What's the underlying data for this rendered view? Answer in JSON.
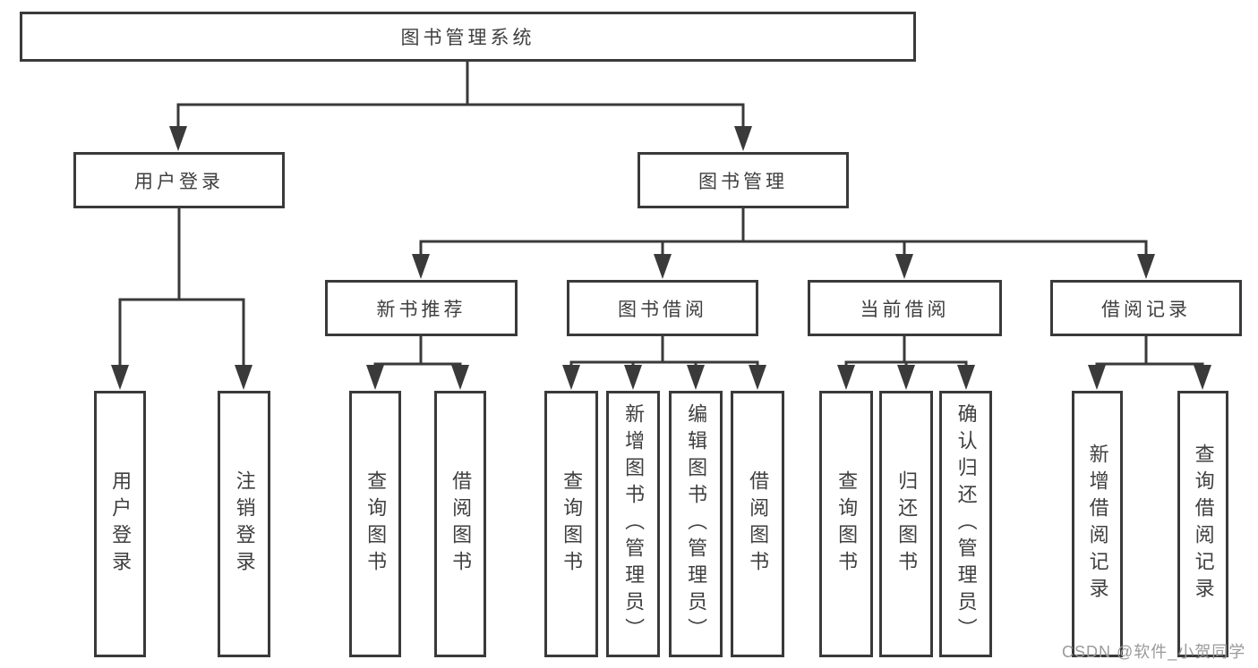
{
  "diagram_title": "图书管理系统",
  "tree": {
    "label": "图书管理系统",
    "children": [
      {
        "label": "用户登录",
        "children": [
          {
            "label": "用户登录"
          },
          {
            "label": "注销登录"
          }
        ]
      },
      {
        "label": "图书管理",
        "children": [
          {
            "label": "新书推荐",
            "children": [
              {
                "label": "查询图书"
              },
              {
                "label": "借阅图书"
              }
            ]
          },
          {
            "label": "图书借阅",
            "children": [
              {
                "label": "查询图书"
              },
              {
                "label": "新增图书（管理员）"
              },
              {
                "label": "编辑图书（管理员）"
              },
              {
                "label": "借阅图书"
              }
            ]
          },
          {
            "label": "当前借阅",
            "children": [
              {
                "label": "查询图书"
              },
              {
                "label": "归还图书"
              },
              {
                "label": "确认归还（管理员）"
              }
            ]
          },
          {
            "label": "借阅记录",
            "children": [
              {
                "label": "新增借阅记录"
              },
              {
                "label": "查询借阅记录"
              }
            ]
          }
        ]
      }
    ]
  },
  "watermark": {
    "text": "CSDN @软件_小贺同学"
  },
  "colors": {
    "line": "#3a3a3a",
    "text": "#3f3f3f",
    "box_background": "#ffffff",
    "page_background": "#ffffff",
    "watermark": "#9a9a9a"
  }
}
